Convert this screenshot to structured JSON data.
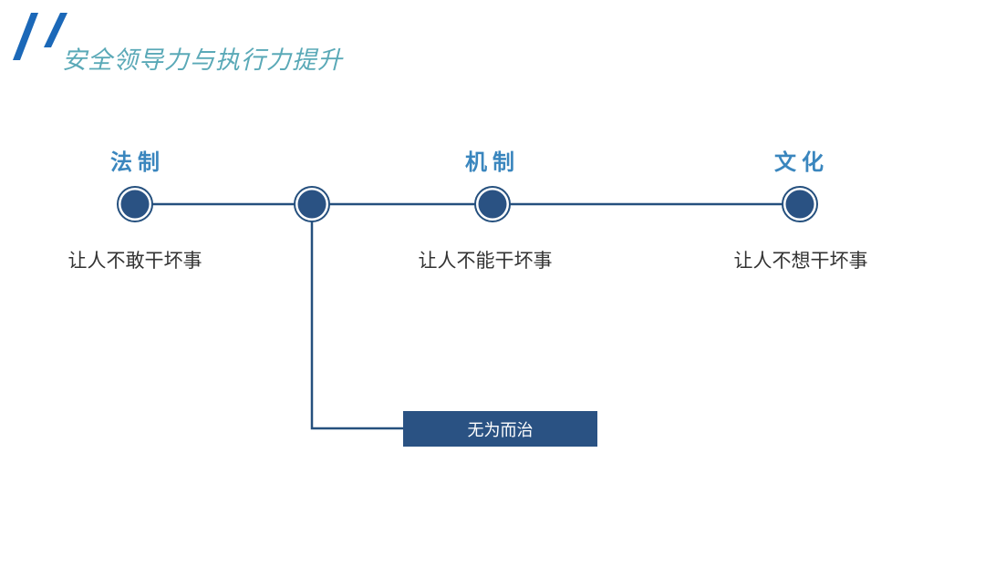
{
  "title": "安全领导力与执行力提升",
  "colors": {
    "accent_blue": "#1b68b8",
    "title_teal": "#5aa9b7",
    "heading_blue": "#3a86be",
    "node_fill": "#2a5283",
    "line_color": "#25507e"
  },
  "nodes": [
    {
      "heading": "法制",
      "label": "让人不敢干坏事"
    },
    {
      "heading": "",
      "label": ""
    },
    {
      "heading": "机制",
      "label": "让人不能干坏事"
    },
    {
      "heading": "文化",
      "label": "让人不想干坏事"
    }
  ],
  "branch_box": {
    "label": "无为而治"
  }
}
